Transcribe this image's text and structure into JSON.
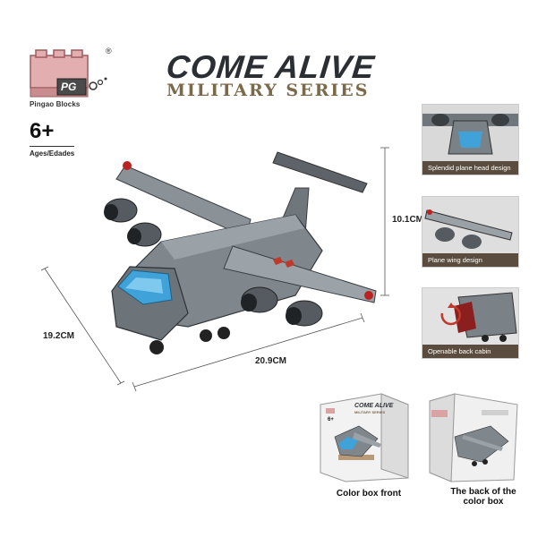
{
  "brand": {
    "logo_mark": "PG",
    "registered": "®",
    "caption": "Pingao Blocks"
  },
  "age": {
    "value": "6+",
    "label": "Ages/Edades"
  },
  "headline": {
    "title": "COME ALIVE",
    "subtitle": "MILITARY SERIES"
  },
  "dimensions": {
    "height": "10.1CM",
    "depth": "19.2CM",
    "length": "20.9CM"
  },
  "features": [
    {
      "caption": "Splendid plane head design",
      "icon": "plane-head-closeup"
    },
    {
      "caption": "Plane wing design",
      "icon": "plane-wing-closeup"
    },
    {
      "caption": "Openable back cabin",
      "icon": "back-cabin-closeup"
    }
  ],
  "boxes": {
    "front_caption": "Color box front",
    "back_caption": "The back of the color box",
    "front_box_title": "COME ALIVE",
    "front_box_subtitle": "MILITARY SERIES",
    "front_box_age": "6+"
  },
  "colors": {
    "headline": "#2b2f34",
    "subtitle": "#7b6a4a",
    "plane_body": "#7f868c",
    "canopy": "#3fa2d8",
    "accent_red": "#c0392b",
    "panel_caption_bg": "#5a4d40",
    "logo_red": "#d9a3a3"
  }
}
